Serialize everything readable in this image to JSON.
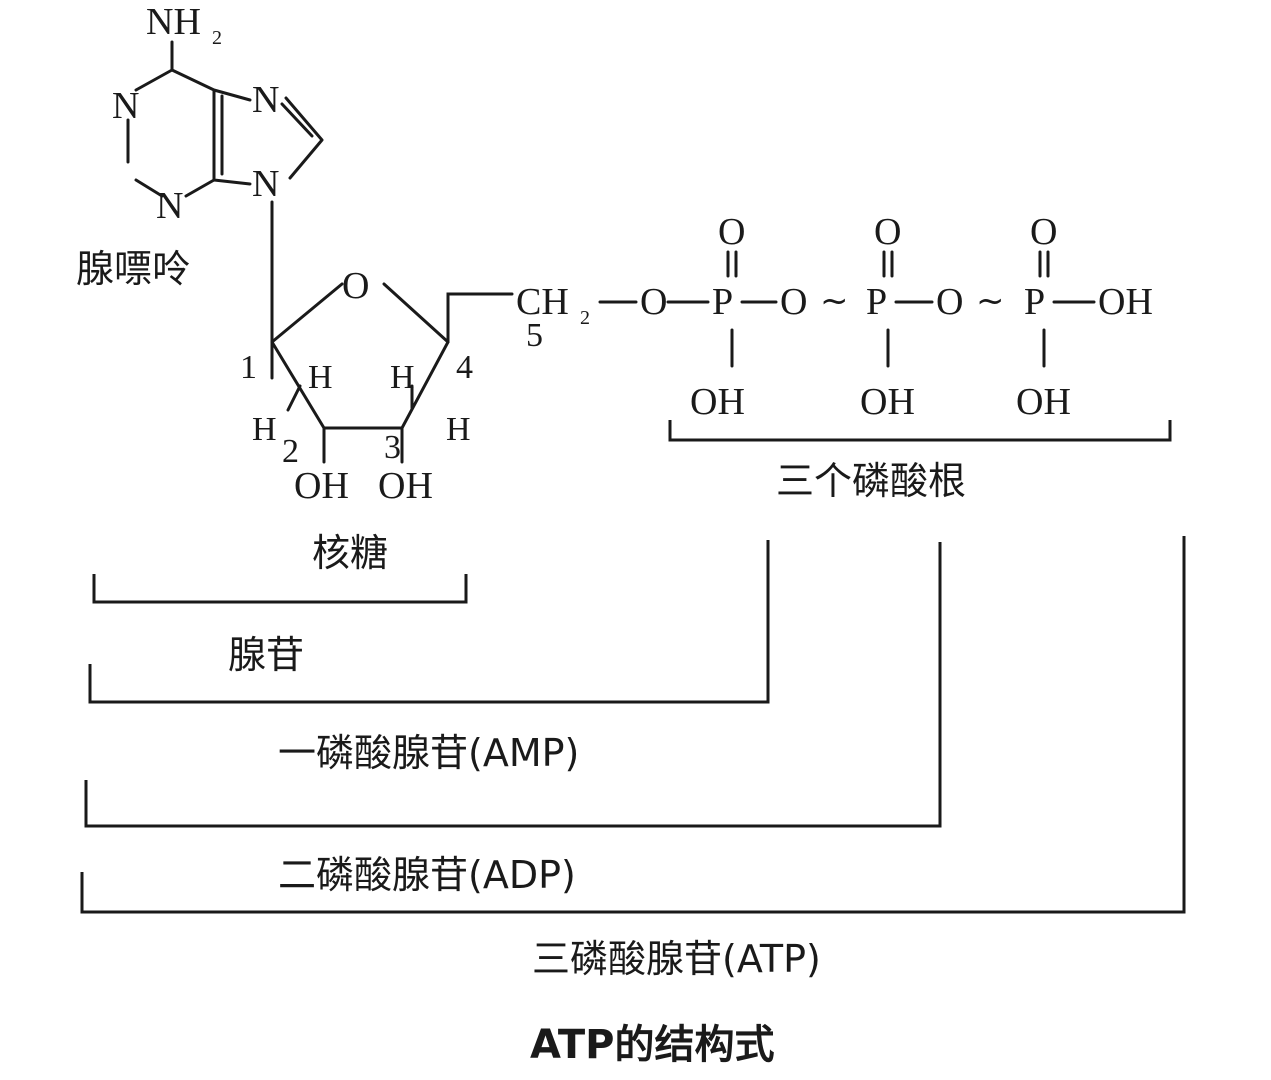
{
  "adenine": {
    "nh2": "NH",
    "nh2_sub": "2",
    "n1": "N",
    "n3": "N",
    "n7": "N",
    "n9": "N",
    "label": "腺嘌呤"
  },
  "ribose": {
    "ring_o": "O",
    "c1": "1",
    "c2": "2",
    "c3": "3",
    "c4": "4",
    "c5": "5",
    "h_a": "H",
    "h_b": "H",
    "h_c": "H",
    "h_d": "H",
    "h2": "H",
    "oh_left": "OH",
    "oh_right": "OH",
    "label": "核糖"
  },
  "phosphate_chain": {
    "ch": "CH",
    "ch_sub": "2",
    "o_link1": "O",
    "p1": "P",
    "o_link2": "O",
    "tilde1": "~",
    "p2": "P",
    "o_link3": "O",
    "tilde2": "~",
    "p3": "P",
    "oh_end": "OH",
    "o_top1": "O",
    "o_top2": "O",
    "o_top3": "O",
    "oh_bottom1": "OH",
    "oh_bottom2": "OH",
    "oh_bottom3": "OH",
    "label": "三个磷酸根"
  },
  "brackets": {
    "adenosine": "腺苷",
    "amp": "一磷酸腺苷(AMP)",
    "adp": "二磷酸腺苷(ADP)",
    "atp": "三磷酸腺苷(ATP)"
  },
  "caption": "ATP的结构式"
}
